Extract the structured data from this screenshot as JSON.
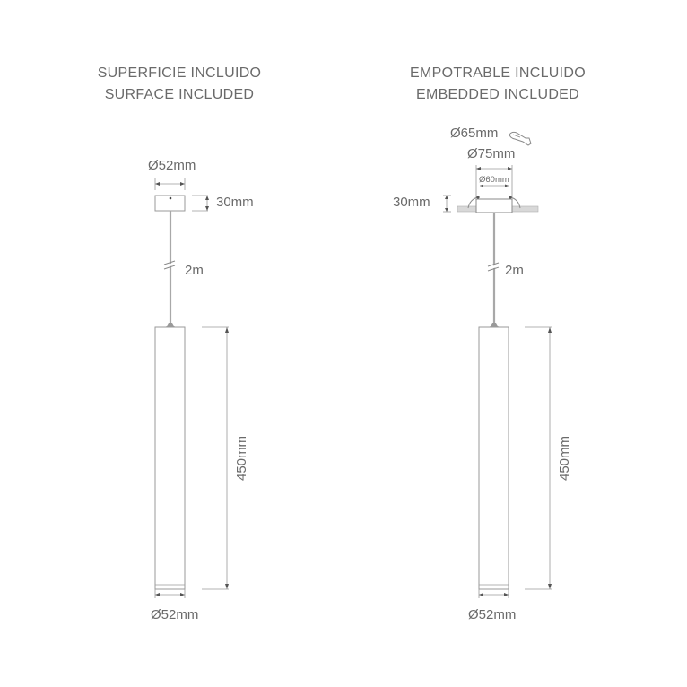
{
  "left_variant": {
    "title_es": "SUPERFICIE  INCLUIDO",
    "title_en": "SURFACE  INCLUDED",
    "canopy_diameter": "Ø52mm",
    "canopy_height": "30mm",
    "cable_length": "2m",
    "body_length": "450mm",
    "body_diameter": "Ø52mm"
  },
  "right_variant": {
    "title_es": "EMPOTRABLE  INCLUIDO",
    "title_en": "EMBEDDED  INCLUDED",
    "cutout_diameter": "Ø65mm",
    "flange_diameter": "Ø75mm",
    "inner_diameter": "Ø60mm",
    "recess_height": "30mm",
    "cable_length": "2m",
    "body_length": "450mm",
    "body_diameter": "Ø52mm",
    "cutout_icon": "hole-saw-icon"
  },
  "colors": {
    "line": "#8a8a8a",
    "text": "#6a6a6a",
    "ceiling": "#d8d8d8",
    "background": "#ffffff"
  }
}
